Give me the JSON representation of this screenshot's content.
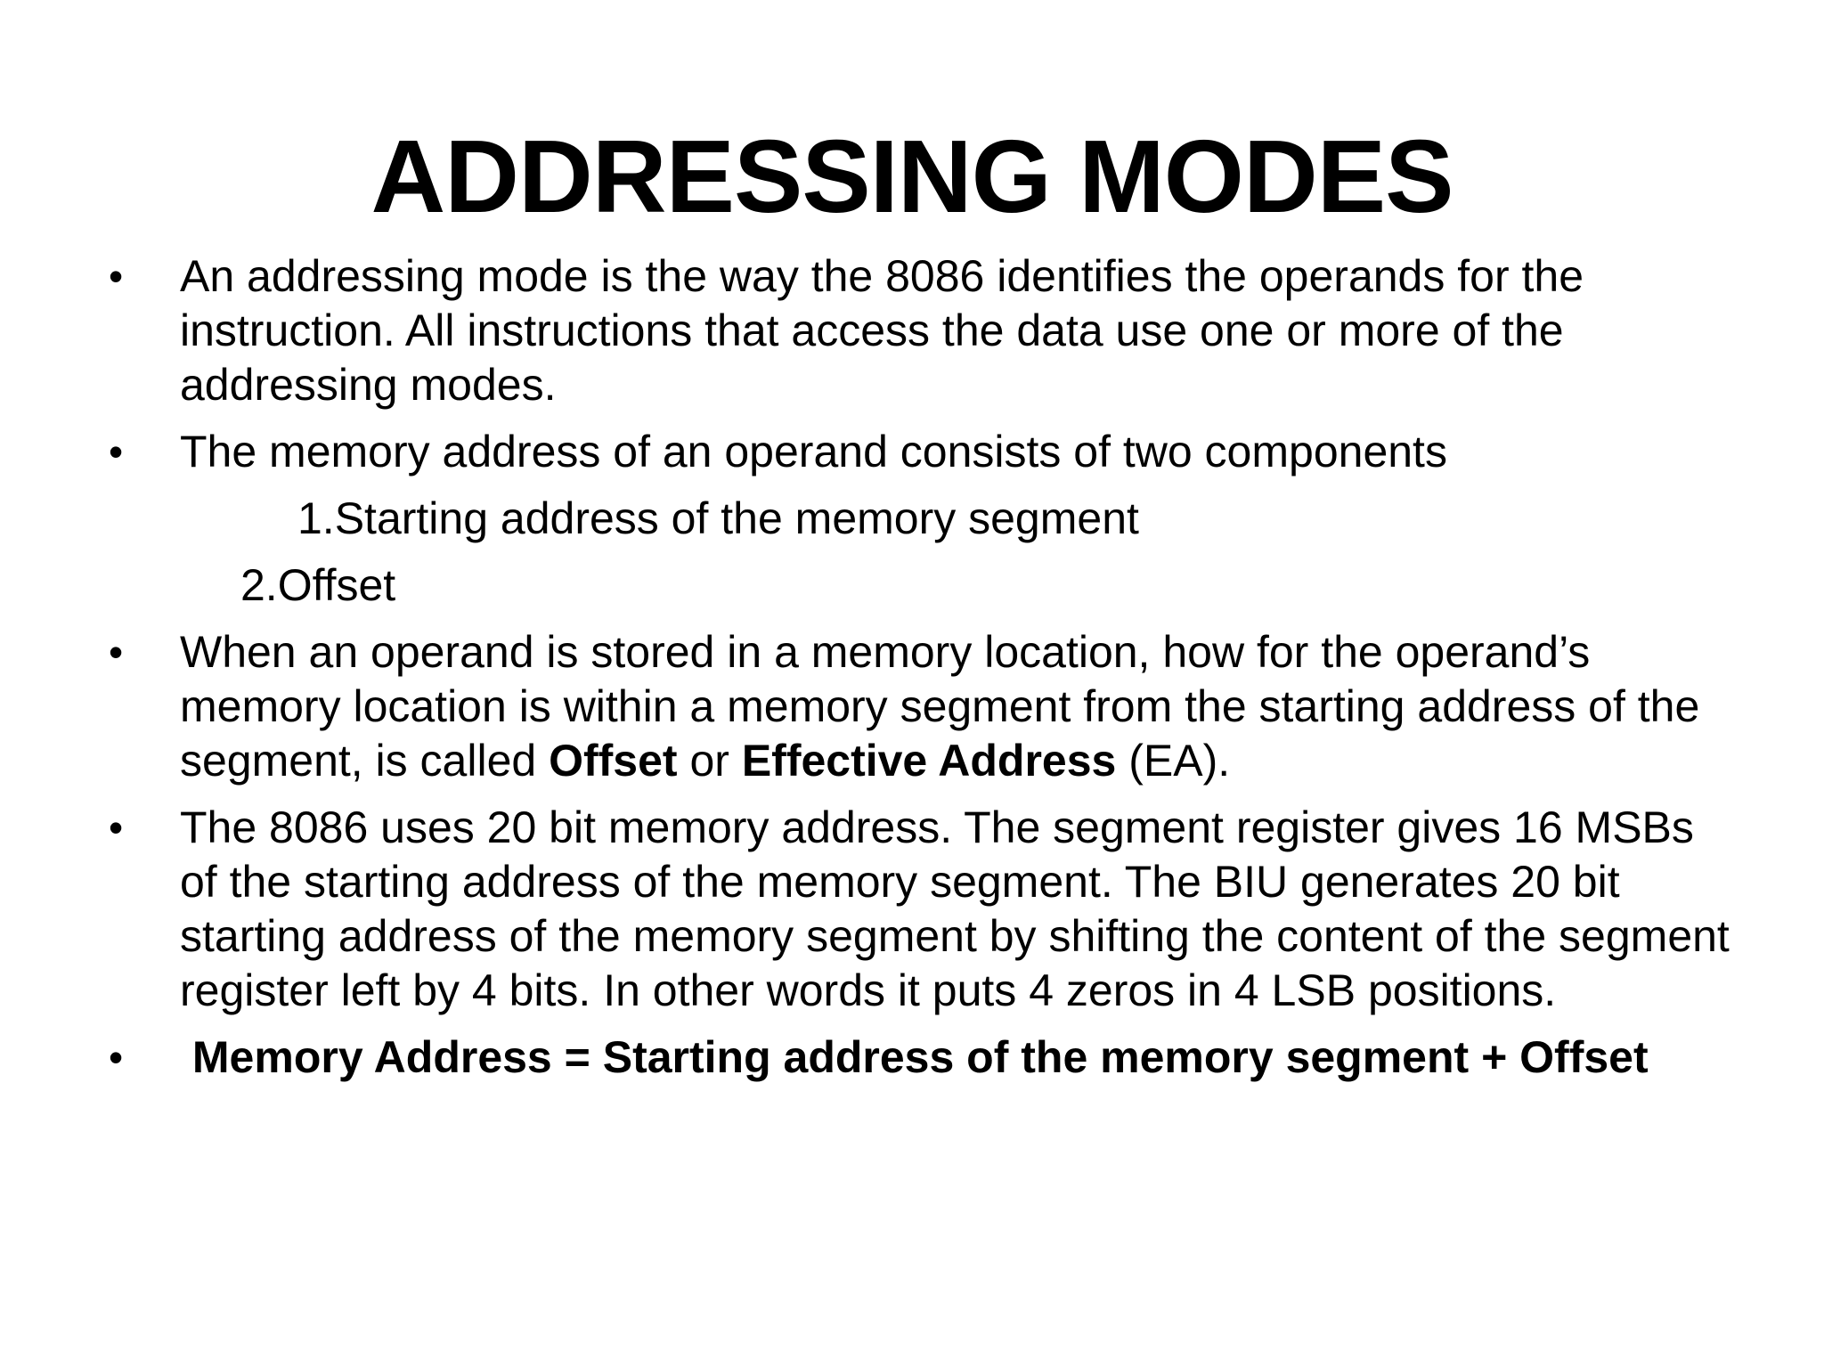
{
  "slide": {
    "title": "ADDRESSING MODES",
    "bullets": [
      {
        "text": "An addressing mode is the way the 8086 identifies the operands for the instruction. All instructions that access the data use one or more of the addressing modes."
      },
      {
        "text": "The memory address of an operand consists of two components",
        "subitems": [
          "1.Starting address of the memory segment",
          "2.Offset"
        ]
      },
      {
        "parts": [
          "When an operand is stored in a memory location, how for the operand’s memory location is within a memory segment from the starting address of the segment, is called ",
          "Offset",
          " or ",
          "Effective Address",
          " (EA)."
        ]
      },
      {
        "text": "The 8086 uses 20 bit memory address. The segment register gives 16 MSBs of the starting address of the memory segment. The BIU generates 20 bit starting address of the memory segment by shifting the content of the segment register left by 4 bits. In other words it puts 4 zeros in 4 LSB positions."
      },
      {
        "text": " Memory Address = Starting address of the memory segment + Offset"
      }
    ],
    "bullet_symbol": "•"
  }
}
